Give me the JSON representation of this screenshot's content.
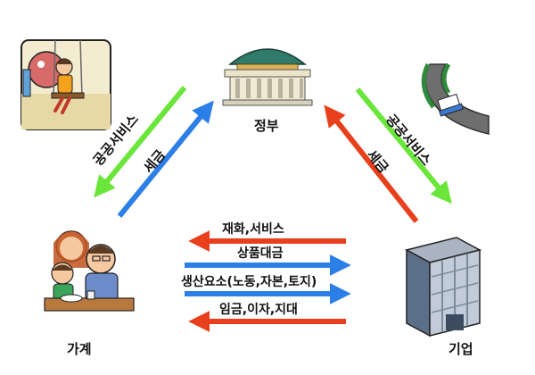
{
  "nodes": {
    "government": "정부",
    "household": "가계",
    "firm": "기업"
  },
  "flows": {
    "goods_services": "재화,서비스",
    "goods_payment": "상품대금",
    "production_factors": "생산요소(노동,자본,토지)",
    "factor_income": "임금,이자,지대",
    "public_service_household": "공공서비스",
    "tax_household": "세금",
    "public_service_firm": "공공서비스",
    "tax_firm": "세금"
  },
  "colors": {
    "red": "#e8401c",
    "blue": "#2d7fe8",
    "green": "#69e639"
  },
  "icons": {
    "household_swing": "child-on-swing-illustration",
    "government": "government-building-icon",
    "firm_truck": "truck-on-road-illustration",
    "firm_building": "office-building-icon",
    "household_family": "family-at-table-illustration"
  }
}
